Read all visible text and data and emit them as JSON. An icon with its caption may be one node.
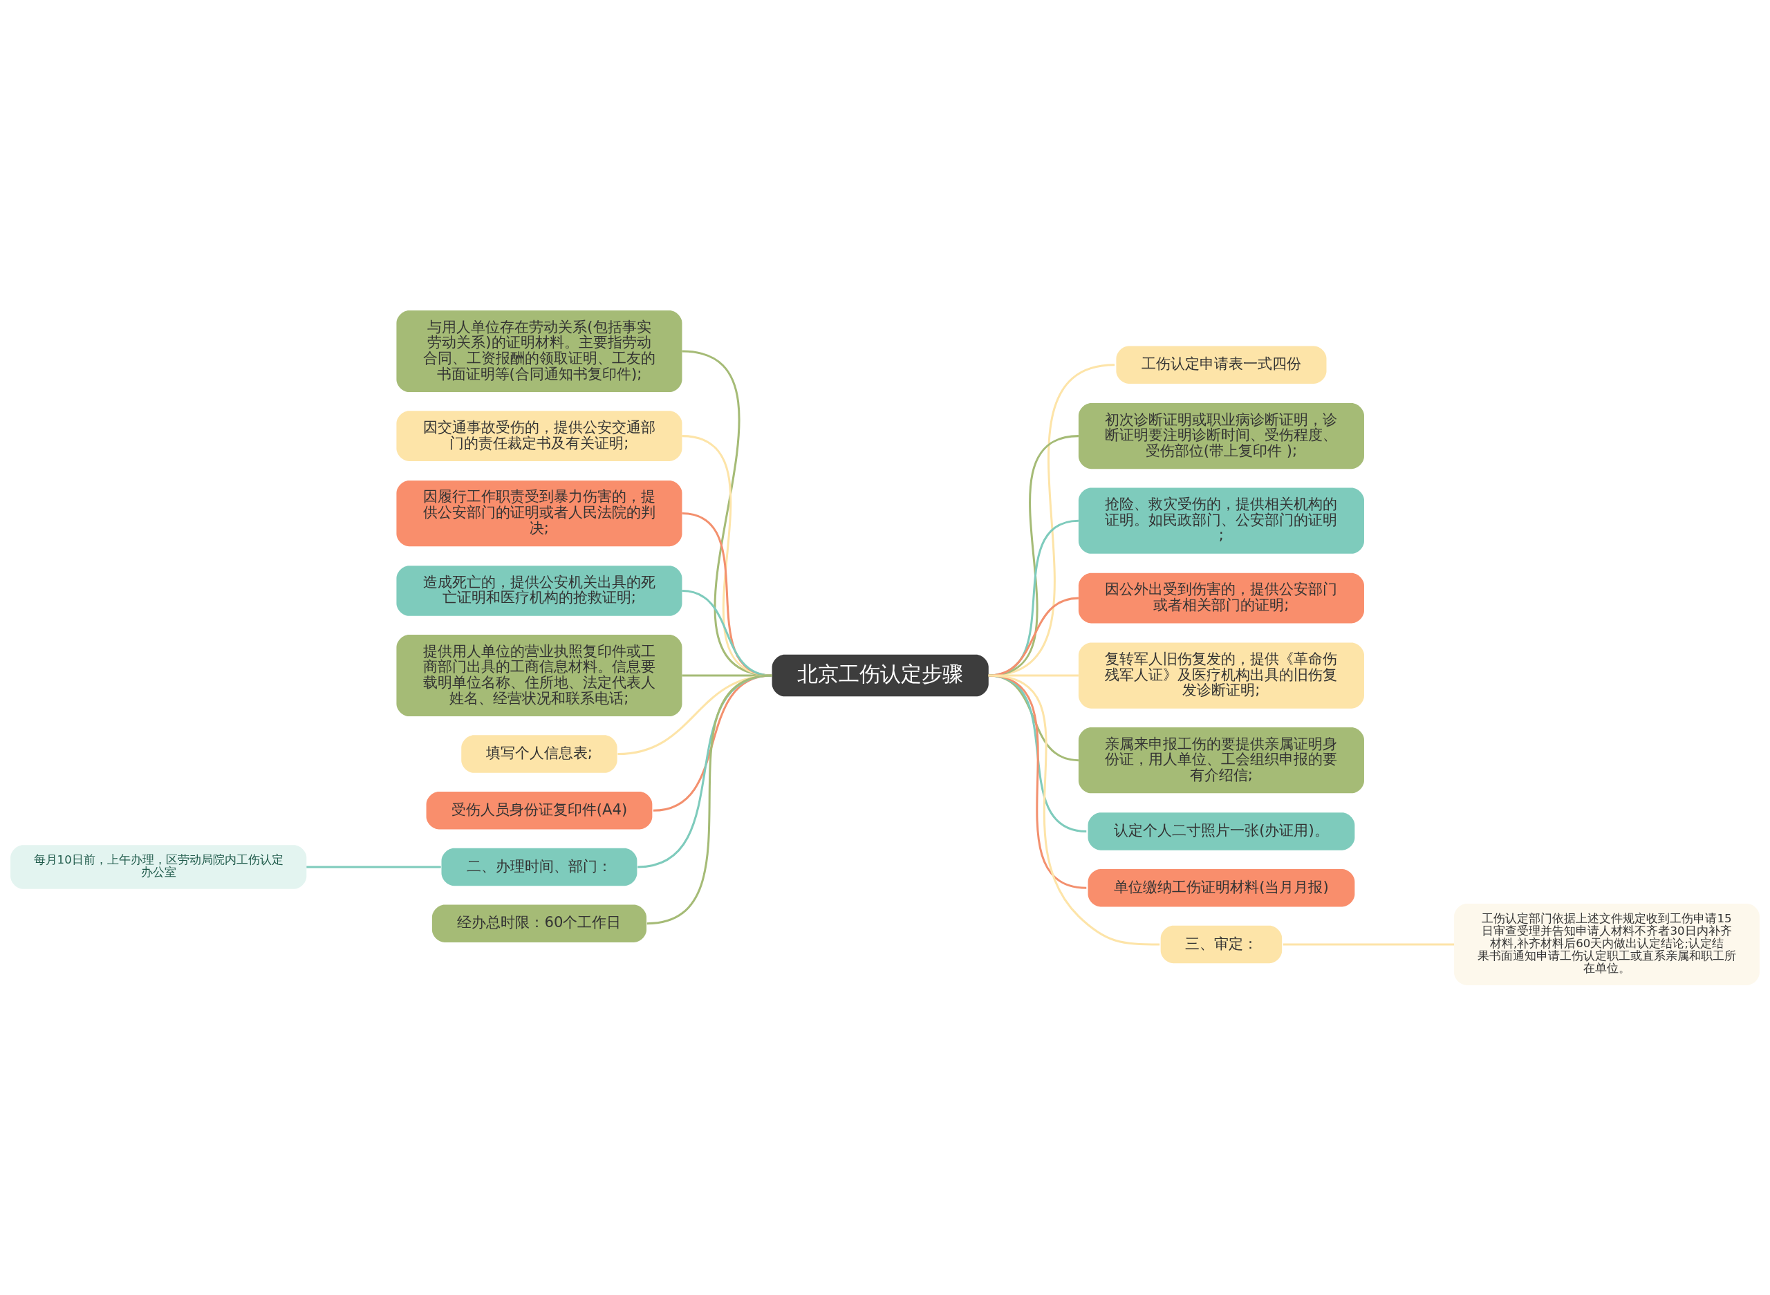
{
  "diagram": {
    "nodes": [
      {
        "text": [
          "北京工伤认定步骤"
        ]
      },
      {
        "text": [
          "与用人单位存在劳动关系(包括事实劳动关系)的证明材料。主要指劳动合同、工资报酬的领取证明、工友的书面证明等(合同通知书复印件);"
        ]
      },
      {
        "text": [
          "因交通事故受伤的，提供公安交通部门的责任裁定书及有关证明;"
        ]
      },
      {
        "text": [
          "因履行工作职责受到暴力伤害的，提供公安部门的证明或者人民法院的判决;"
        ]
      },
      {
        "text": [
          "造成死亡的，提供公安机关出具的死亡证明和医疗机构的抢救证明;"
        ]
      },
      {
        "text": [
          "提供用人单位的营业执照复印件或工商部门出具的工商信息材料。信息要载明单位名称、住所地、法定代表人姓名、经营状况和联系电话;"
        ]
      },
      {
        "text": [
          "填写个人信息表;"
        ]
      },
      {
        "text": [
          "受伤人员身份证复印件(A4)"
        ]
      },
      {
        "text": [
          "二、办理时间、部门："
        ]
      },
      {
        "text": [
          "每月10日前，上午办理，区劳动局院内工伤认定办公室"
        ]
      },
      {
        "text": [
          "经办总时限：60个工作日"
        ]
      },
      {
        "text": [
          "工伤认定申请表一式四份"
        ]
      },
      {
        "text": [
          "初次诊断证明或职业病诊断证明，诊断证明要注明诊断时间、受伤程度、受伤部位(带上复印件 );"
        ]
      },
      {
        "text": [
          "抢险、救灾受伤的，提供相关机构的证明。如民政部门、公安部门的证明;"
        ]
      },
      {
        "text": [
          "因公外出受到伤害的，提供公安部门或者相关部门的证明;"
        ]
      },
      {
        "text": [
          "复转军人旧伤复发的，提供《革命伤残军人证》及医疗机构出具的旧伤复发诊断证明;"
        ]
      },
      {
        "text": [
          "亲属来申报工伤的要提供亲属证明身份证，用人单位、工会组织申报的要有介绍信;"
        ]
      },
      {
        "text": [
          "认定个人二寸照片一张(办证用)。"
        ]
      },
      {
        "text": [
          "单位缴纳工伤证明材料(当月月报)"
        ]
      },
      {
        "text": [
          "三、审定："
        ]
      },
      {
        "text": [
          "工伤认定部门依据上述文件规定收到工伤申请15日审查受理并告知申请人材料不齐者30日内补齐材料,补齐材料后60天内做出认定结论;认定结果书面通知申请工伤认定职工或直系亲属和职工所在单位。"
        ]
      }
    ],
    "edges": [
      {
        "from": 0,
        "to": 1,
        "arrow": "none",
        "color": "#a5bb76"
      },
      {
        "from": 0,
        "to": 2,
        "arrow": "none",
        "color": "#fde4a8"
      },
      {
        "from": 0,
        "to": 3,
        "arrow": "none",
        "color": "#f3906e"
      },
      {
        "from": 0,
        "to": 4,
        "arrow": "none",
        "color": "#7ecbbc"
      },
      {
        "from": 0,
        "to": 5,
        "arrow": "none",
        "color": "#a5bb76"
      },
      {
        "from": 0,
        "to": 6,
        "arrow": "none",
        "color": "#fde4a8"
      },
      {
        "from": 0,
        "to": 7,
        "arrow": "none",
        "color": "#f3906e"
      },
      {
        "from": 0,
        "to": 8,
        "arrow": "none",
        "color": "#7ecbbc"
      },
      {
        "from": 8,
        "to": 9,
        "arrow": "none",
        "color": "#7ecbbc"
      },
      {
        "from": 0,
        "to": 10,
        "arrow": "none",
        "color": "#a5bb76"
      },
      {
        "from": 0,
        "to": 11,
        "arrow": "none",
        "color": "#fde4a8"
      },
      {
        "from": 0,
        "to": 12,
        "arrow": "none",
        "color": "#a5bb76"
      },
      {
        "from": 0,
        "to": 13,
        "arrow": "none",
        "color": "#7ecbbc"
      },
      {
        "from": 0,
        "to": 14,
        "arrow": "none",
        "color": "#f3906e"
      },
      {
        "from": 0,
        "to": 15,
        "arrow": "none",
        "color": "#fde4a8"
      },
      {
        "from": 0,
        "to": 16,
        "arrow": "none",
        "color": "#a5bb76"
      },
      {
        "from": 0,
        "to": 17,
        "arrow": "none",
        "color": "#7ecbbc"
      },
      {
        "from": 0,
        "to": 18,
        "arrow": "none",
        "color": "#f3906e"
      },
      {
        "from": 0,
        "to": 19,
        "arrow": "none",
        "color": "#fde4a8"
      },
      {
        "from": 19,
        "to": 20,
        "arrow": "none",
        "color": "#fde4a8"
      }
    ]
  }
}
